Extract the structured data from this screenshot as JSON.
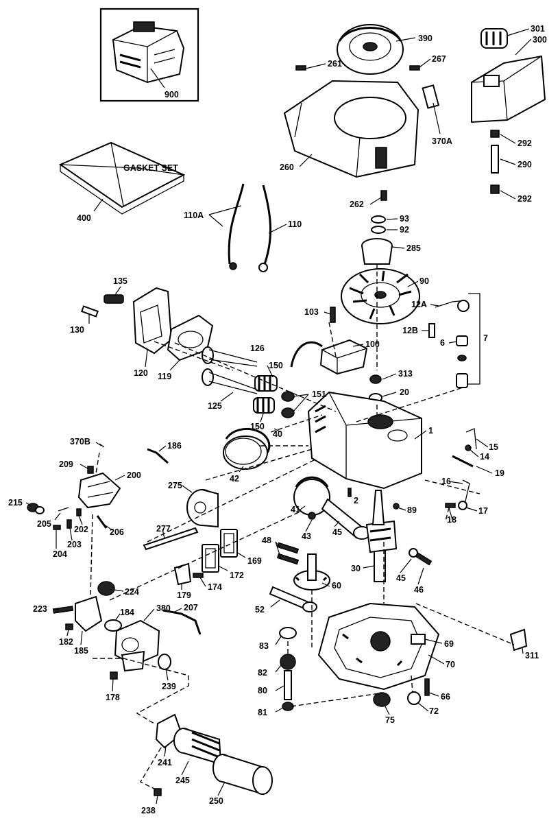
{
  "gasket_set_text": "GASKET SET",
  "parts": [
    {
      "id": "900"
    },
    {
      "id": "390"
    },
    {
      "id": "301"
    },
    {
      "id": "300"
    },
    {
      "id": "261"
    },
    {
      "id": "267"
    },
    {
      "id": "370A"
    },
    {
      "id": "260"
    },
    {
      "id": "262"
    },
    {
      "id": "292a",
      "label": "292"
    },
    {
      "id": "290"
    },
    {
      "id": "292b",
      "label": "292"
    },
    {
      "id": "400"
    },
    {
      "id": "110A"
    },
    {
      "id": "110"
    },
    {
      "id": "93"
    },
    {
      "id": "92"
    },
    {
      "id": "285"
    },
    {
      "id": "135"
    },
    {
      "id": "90"
    },
    {
      "id": "12A"
    },
    {
      "id": "103"
    },
    {
      "id": "130"
    },
    {
      "id": "12B"
    },
    {
      "id": "6"
    },
    {
      "id": "7"
    },
    {
      "id": "126"
    },
    {
      "id": "100"
    },
    {
      "id": "120"
    },
    {
      "id": "119"
    },
    {
      "id": "150a",
      "label": "150"
    },
    {
      "id": "313"
    },
    {
      "id": "125"
    },
    {
      "id": "20"
    },
    {
      "id": "151"
    },
    {
      "id": "150b",
      "label": "150"
    },
    {
      "id": "40"
    },
    {
      "id": "1"
    },
    {
      "id": "370B"
    },
    {
      "id": "186"
    },
    {
      "id": "15"
    },
    {
      "id": "14"
    },
    {
      "id": "209"
    },
    {
      "id": "200"
    },
    {
      "id": "42"
    },
    {
      "id": "19"
    },
    {
      "id": "275"
    },
    {
      "id": "16"
    },
    {
      "id": "215"
    },
    {
      "id": "2"
    },
    {
      "id": "17"
    },
    {
      "id": "205"
    },
    {
      "id": "202"
    },
    {
      "id": "206"
    },
    {
      "id": "41"
    },
    {
      "id": "89"
    },
    {
      "id": "18"
    },
    {
      "id": "203"
    },
    {
      "id": "43"
    },
    {
      "id": "204"
    },
    {
      "id": "277"
    },
    {
      "id": "45a",
      "label": "45"
    },
    {
      "id": "48"
    },
    {
      "id": "169"
    },
    {
      "id": "172"
    },
    {
      "id": "30"
    },
    {
      "id": "45b",
      "label": "45"
    },
    {
      "id": "179"
    },
    {
      "id": "174"
    },
    {
      "id": "46"
    },
    {
      "id": "60"
    },
    {
      "id": "224"
    },
    {
      "id": "223"
    },
    {
      "id": "380"
    },
    {
      "id": "207"
    },
    {
      "id": "184"
    },
    {
      "id": "52"
    },
    {
      "id": "182"
    },
    {
      "id": "185"
    },
    {
      "id": "69"
    },
    {
      "id": "311"
    },
    {
      "id": "83"
    },
    {
      "id": "70"
    },
    {
      "id": "239"
    },
    {
      "id": "178"
    },
    {
      "id": "82"
    },
    {
      "id": "80"
    },
    {
      "id": "66"
    },
    {
      "id": "81"
    },
    {
      "id": "75"
    },
    {
      "id": "72"
    },
    {
      "id": "241"
    },
    {
      "id": "245"
    },
    {
      "id": "250"
    },
    {
      "id": "238"
    }
  ]
}
